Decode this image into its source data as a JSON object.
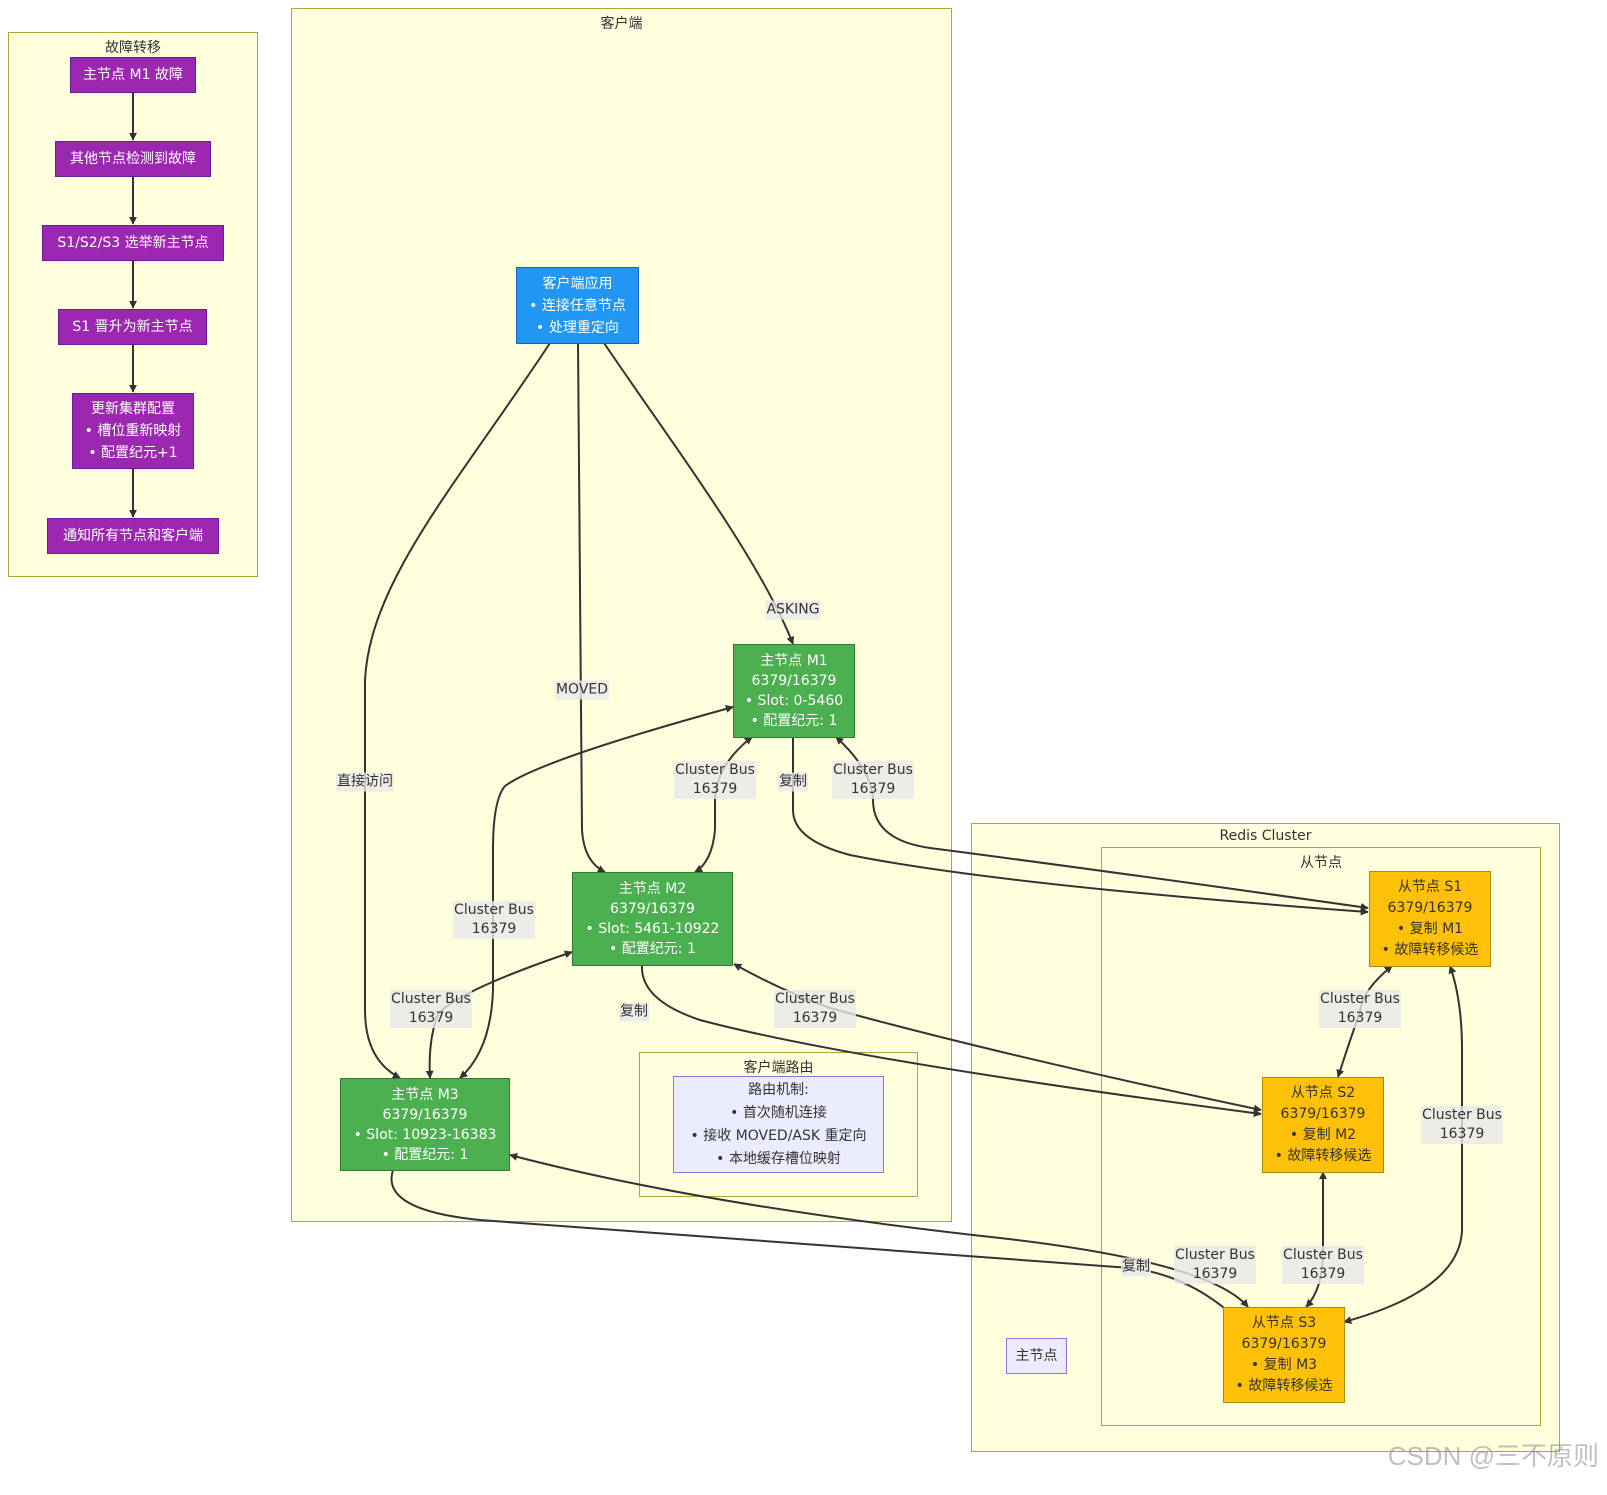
{
  "clusters": {
    "failover": "故障转移",
    "client": "客户端",
    "redis_cluster": "Redis Cluster",
    "slaves": "从节点",
    "client_routing": "客户端路由"
  },
  "failover_steps": [
    [
      "主节点 M1 故障"
    ],
    [
      "其他节点检测到故障"
    ],
    [
      "S1/S2/S3 选举新主节点"
    ],
    [
      "S1 晋升为新主节点"
    ],
    [
      "更新集群配置",
      "• 槽位重新映射",
      "• 配置纪元+1"
    ],
    [
      "通知所有节点和客户端"
    ]
  ],
  "client_app": [
    "客户端应用",
    "• 连接任意节点",
    "• 处理重定向"
  ],
  "masters": {
    "m1": [
      "主节点 M1",
      "6379/16379",
      "• Slot: 0-5460",
      "• 配置纪元: 1"
    ],
    "m2": [
      "主节点 M2",
      "6379/16379",
      "• Slot: 5461-10922",
      "• 配置纪元: 1"
    ],
    "m3": [
      "主节点 M3",
      "6379/16379",
      "• Slot: 10923-16383",
      "• 配置纪元: 1"
    ]
  },
  "slaves": {
    "s1": [
      "从节点 S1",
      "6379/16379",
      "• 复制 M1",
      "• 故障转移候选"
    ],
    "s2": [
      "从节点 S2",
      "6379/16379",
      "• 复制 M2",
      "• 故障转移候选"
    ],
    "s3": [
      "从节点 S3",
      "6379/16379",
      "• 复制 M3",
      "• 故障转移候选"
    ]
  },
  "routing_note": [
    "路由机制:",
    "• 首次随机连接",
    "• 接收 MOVED/ASK 重定向",
    "• 本地缓存槽位映射"
  ],
  "master_legend": "主节点",
  "edge_labels": {
    "asking": "ASKING",
    "moved": "MOVED",
    "direct": "直接访问",
    "replicate": "复制",
    "bus_line1": "Cluster Bus",
    "bus_line2": "16379"
  },
  "watermark": "CSDN @三不原则"
}
